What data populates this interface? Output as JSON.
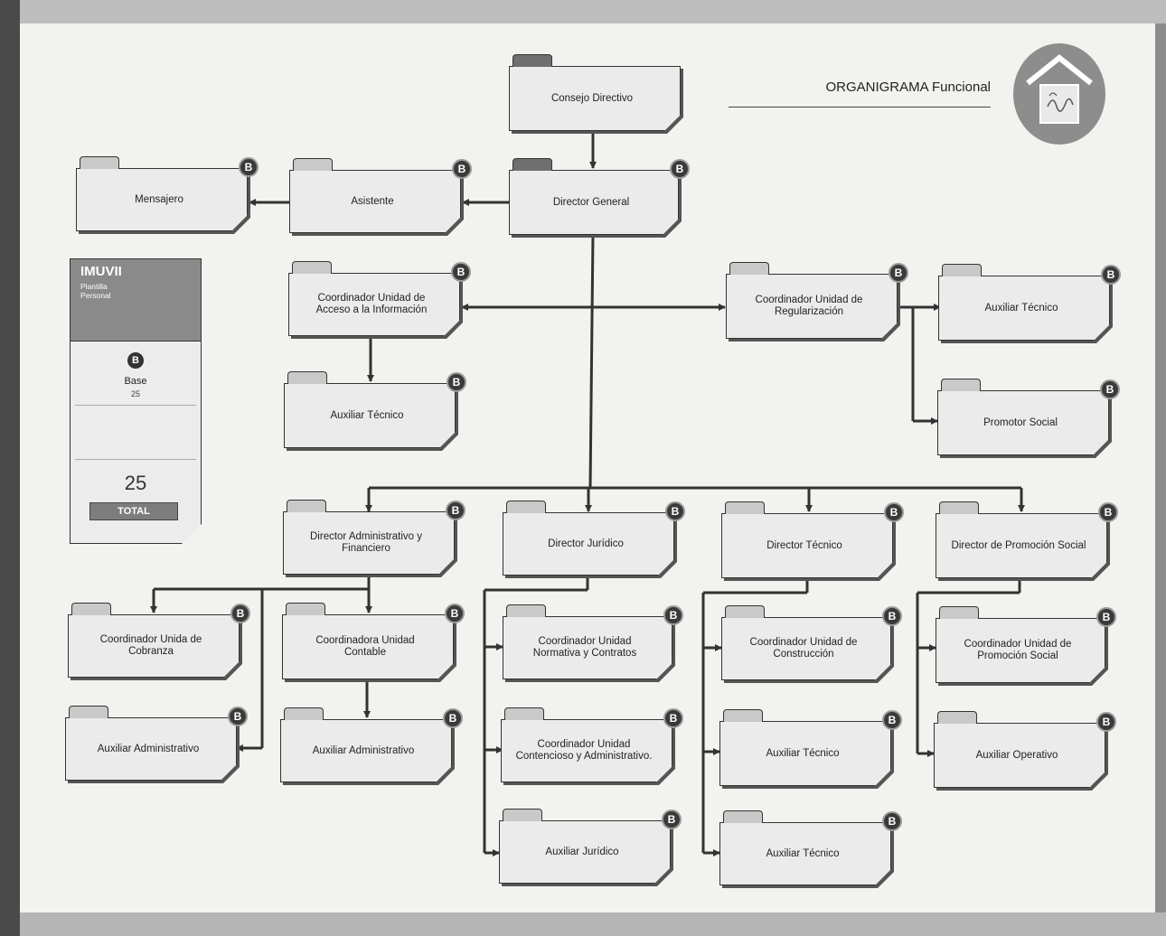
{
  "title": "ORGANIGRAMA Funcional",
  "badge": "B",
  "summary": {
    "brand": "IMUVII",
    "subtitle_line1": "Plantilla",
    "subtitle_line2": "Personal",
    "badge": "B",
    "base_label": "Base",
    "base_count": "25",
    "total_count": "25",
    "total_label": "TOTAL"
  },
  "nodes": {
    "consejo": "Consejo Directivo",
    "director_general": "Director General",
    "asistente": "Asistente",
    "mensajero": "Mensajero",
    "coord_acceso_l1": "Coordinador Unidad de",
    "coord_acceso_l2": "Acceso a la Información",
    "aux_tecnico_acceso": "Auxiliar Técnico",
    "coord_regularizacion_l1": "Coordinador Unidad de",
    "coord_regularizacion_l2": "Regularización",
    "aux_tecnico_reg": "Auxiliar Técnico",
    "promotor_social": "Promotor Social",
    "dir_admin_l1": "Director Administrativo y",
    "dir_admin_l2": "Financiero",
    "dir_juridico": "Director Jurídico",
    "dir_tecnico": "Director Técnico",
    "dir_promocion": "Director de Promoción Social",
    "coord_cobranza_l1": "Coordinador Unida de",
    "coord_cobranza_l2": "Cobranza",
    "coord_contable_l1": "Coordinadora Unidad",
    "coord_contable_l2": "Contable",
    "aux_admin_1": "Auxiliar Administrativo",
    "aux_admin_2": "Auxiliar Administrativo",
    "coord_normativa_l1": "Coordinador Unidad",
    "coord_normativa_l2": "Normativa y Contratos",
    "coord_contencioso_l1": "Coordinador Unidad",
    "coord_contencioso_l2": "Contencioso y Administrativo.",
    "aux_juridico": "Auxiliar Jurídico",
    "coord_construccion_l1": "Coordinador Unidad de",
    "coord_construccion_l2": "Construcción",
    "aux_tecnico_t1": "Auxiliar Técnico",
    "aux_tecnico_t2": "Auxiliar Técnico",
    "coord_promocion_l1": "Coordinador Unidad de",
    "coord_promocion_l2": "Promoción Social",
    "aux_operativo": "Auxiliar Operativo"
  },
  "colors": {
    "box_fill": "#ebebeb",
    "box_border": "#333333",
    "badge_fill": "#3a3a3a",
    "logo_fill": "#8d8d8d",
    "summary_header": "#8a8a8a"
  }
}
